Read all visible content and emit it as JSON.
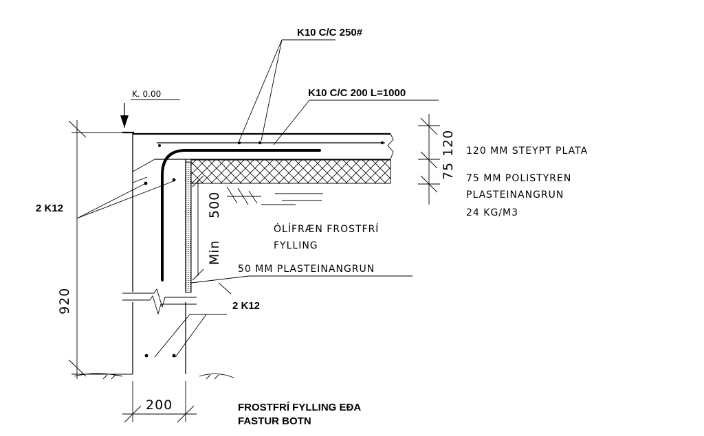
{
  "labels": {
    "top_rebar": "K10 C/C 250#",
    "slab_rebar": "K10 C/C 200 L=1000",
    "level": "K. 0.00",
    "rebar_left": "2 K12",
    "rebar_bottom": "2 K12",
    "slab_note": "120 MM STEYPT PLATA",
    "insulation_line1": "75 MM POLISTYREN",
    "insulation_line2": "PLASTEINANGRUN",
    "insulation_line3": "24 KG/M3",
    "fill_line1": "ÓLÍFRÆN FROSTFRÍ",
    "fill_line2": "FYLLING",
    "wall_insulation": "50 MM PLASTEINANGRUN",
    "base_line1": "FROSTFRÍ FYLLING EÐA",
    "base_line2": "FASTUR BOTN"
  },
  "dimensions": {
    "slab_thickness": "120",
    "insulation_thickness": "75",
    "min_depth_word": "Min",
    "min_depth_value": "500",
    "wall_height": "920",
    "wall_width": "200"
  }
}
